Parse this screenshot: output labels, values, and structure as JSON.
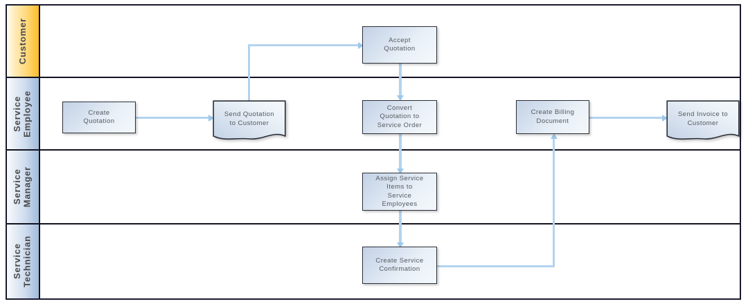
{
  "diagram": {
    "type": "swimlane-flowchart",
    "lanes": [
      {
        "id": "customer",
        "label": "Customer",
        "accent": "#f8bc2e",
        "header_style": "orange"
      },
      {
        "id": "service-employee",
        "label": "Service\nEmployee",
        "accent": "#a3bcdb",
        "header_style": "blue"
      },
      {
        "id": "service-manager",
        "label": "Service\nManager",
        "accent": "#a3bcdb",
        "header_style": "blue"
      },
      {
        "id": "service-technician",
        "label": "Service\nTechnician",
        "accent": "#a3bcdb",
        "header_style": "blue"
      }
    ],
    "nodes": [
      {
        "id": "create-quotation",
        "label": "Create\nQuotation",
        "lane": "service-employee",
        "shape": "rectangle"
      },
      {
        "id": "send-quotation",
        "label": "Send Quotation\nto Customer",
        "lane": "service-employee",
        "shape": "document"
      },
      {
        "id": "accept-quotation",
        "label": "Accept\nQuotation",
        "lane": "customer",
        "shape": "rectangle"
      },
      {
        "id": "convert-quotation",
        "label": "Convert\nQuotation to\nService Order",
        "lane": "service-employee",
        "shape": "rectangle"
      },
      {
        "id": "assign-service-items",
        "label": "Assign Service\nItems to\nService\nEmployees",
        "lane": "service-manager",
        "shape": "rectangle"
      },
      {
        "id": "create-service-conf",
        "label": "Create Service\nConfirmation",
        "lane": "service-technician",
        "shape": "rectangle"
      },
      {
        "id": "create-billing-doc",
        "label": "Create Billing\nDocument",
        "lane": "service-employee",
        "shape": "rectangle"
      },
      {
        "id": "send-invoice",
        "label": "Send Invoice to\nCustomer",
        "lane": "service-employee",
        "shape": "document"
      }
    ],
    "connectors": [
      {
        "id": "conn-create-to-send",
        "from": "create-quotation",
        "to": "send-quotation",
        "direction": "right"
      },
      {
        "id": "conn-send-to-accept",
        "from": "send-quotation",
        "to": "accept-quotation",
        "direction": "up-right"
      },
      {
        "id": "conn-accept-to-convert",
        "from": "accept-quotation",
        "to": "convert-quotation",
        "direction": "down"
      },
      {
        "id": "conn-convert-to-assign",
        "from": "convert-quotation",
        "to": "assign-service-items",
        "direction": "down"
      },
      {
        "id": "conn-assign-to-confirm",
        "from": "assign-service-items",
        "to": "create-service-conf",
        "direction": "down"
      },
      {
        "id": "conn-confirm-to-billing",
        "from": "create-service-conf",
        "to": "create-billing-doc",
        "direction": "right-up"
      },
      {
        "id": "conn-billing-to-invoice",
        "from": "create-billing-doc",
        "to": "send-invoice",
        "direction": "right"
      }
    ],
    "colors": {
      "lane_border": "#12121f",
      "node_border": "#2b2f38",
      "node_fill_light": "#f4f8fb",
      "node_fill_dark": "#c3d2e6",
      "connector": "#b3d3ef",
      "arrowhead": "#9cc8ea",
      "label_text": "#53585f",
      "lane_title_text": "#4a4a4a"
    }
  }
}
